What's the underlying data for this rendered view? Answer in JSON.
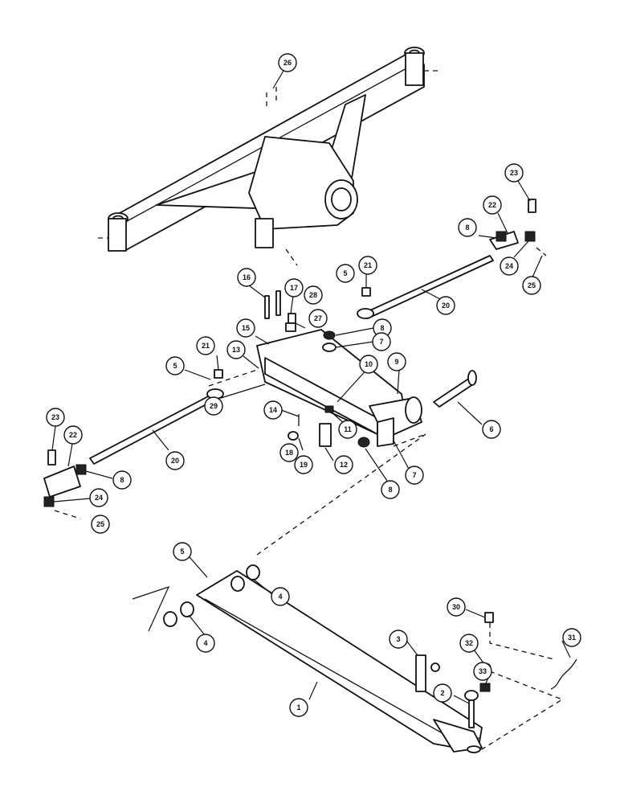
{
  "callouts": [
    {
      "id": "c26",
      "text": "26"
    },
    {
      "id": "c23a",
      "text": "23"
    },
    {
      "id": "c22a",
      "text": "22"
    },
    {
      "id": "c8a",
      "text": "8"
    },
    {
      "id": "c24a",
      "text": "24"
    },
    {
      "id": "c25a",
      "text": "25"
    },
    {
      "id": "c5a",
      "text": "5"
    },
    {
      "id": "c21a",
      "text": "21"
    },
    {
      "id": "c20a",
      "text": "20"
    },
    {
      "id": "c16",
      "text": "16"
    },
    {
      "id": "c17",
      "text": "17"
    },
    {
      "id": "c28",
      "text": "28"
    },
    {
      "id": "c27",
      "text": "27"
    },
    {
      "id": "c8b",
      "text": "8"
    },
    {
      "id": "c7a",
      "text": "7"
    },
    {
      "id": "c15",
      "text": "15"
    },
    {
      "id": "c13",
      "text": "13"
    },
    {
      "id": "c21b",
      "text": "21"
    },
    {
      "id": "c5b",
      "text": "5"
    },
    {
      "id": "c10",
      "text": "10"
    },
    {
      "id": "c9",
      "text": "9"
    },
    {
      "id": "c29",
      "text": "29"
    },
    {
      "id": "c14",
      "text": "14"
    },
    {
      "id": "c11",
      "text": "11"
    },
    {
      "id": "c6",
      "text": "6"
    },
    {
      "id": "c23b",
      "text": "23"
    },
    {
      "id": "c22b",
      "text": "22"
    },
    {
      "id": "c20b",
      "text": "20"
    },
    {
      "id": "c18",
      "text": "18"
    },
    {
      "id": "c19",
      "text": "19"
    },
    {
      "id": "c12",
      "text": "12"
    },
    {
      "id": "c8c",
      "text": "8"
    },
    {
      "id": "c7b",
      "text": "7"
    },
    {
      "id": "c8d",
      "text": "8"
    },
    {
      "id": "c24b",
      "text": "24"
    },
    {
      "id": "c25b",
      "text": "25"
    },
    {
      "id": "c5c",
      "text": "5"
    },
    {
      "id": "c4a",
      "text": "4"
    },
    {
      "id": "c4b",
      "text": "4"
    },
    {
      "id": "c30",
      "text": "30"
    },
    {
      "id": "c31",
      "text": "31"
    },
    {
      "id": "c32",
      "text": "32"
    },
    {
      "id": "c3",
      "text": "3"
    },
    {
      "id": "c33",
      "text": "33"
    },
    {
      "id": "c2",
      "text": "2"
    },
    {
      "id": "c1",
      "text": "1"
    }
  ]
}
